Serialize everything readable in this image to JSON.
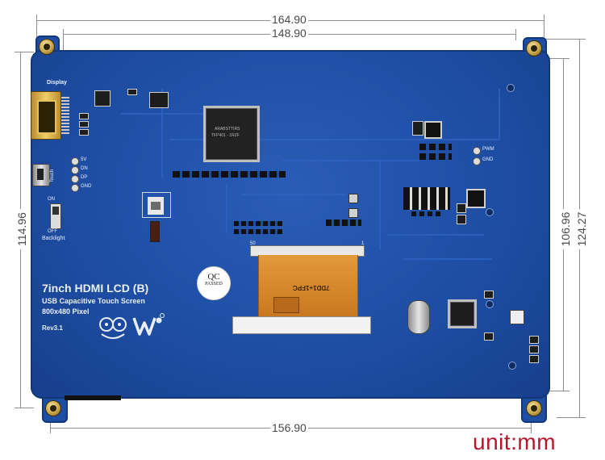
{
  "dimensions": {
    "top_outer": "164.90",
    "top_inner": "148.90",
    "bottom": "156.90",
    "left": "114.96",
    "right_inner": "106.96",
    "right_outer": "124.27",
    "unit": "unit:mm"
  },
  "board": {
    "display_label": "Display",
    "touch_label": "Touch",
    "pins": [
      "5V",
      "DN",
      "DP",
      "GND"
    ],
    "switch_on": "ON",
    "switch_off": "OFF",
    "backlight_label": "Backlight",
    "pwm_pins": [
      "PWM",
      "GND"
    ],
    "title": "7inch HDMI LCD (B)",
    "subtitle": "USB Capacitive Touch Screen",
    "resolution": "800x480 Pixel",
    "revision": "Rev3.1",
    "qc_top": "QC",
    "qc_bottom": "PASSED",
    "fpc_label": "7DD1+1FPC",
    "chip_text_1": "ARABSTTIRS",
    "chip_text_2": "TFP401 - 1RZF",
    "pin_50": "50",
    "pin_1": "1"
  },
  "colors": {
    "pcb": "#1e4ea4",
    "dimension_line": "#8f8f8f",
    "unit_text": "#b3162d",
    "fpc": "#d98a2b"
  }
}
